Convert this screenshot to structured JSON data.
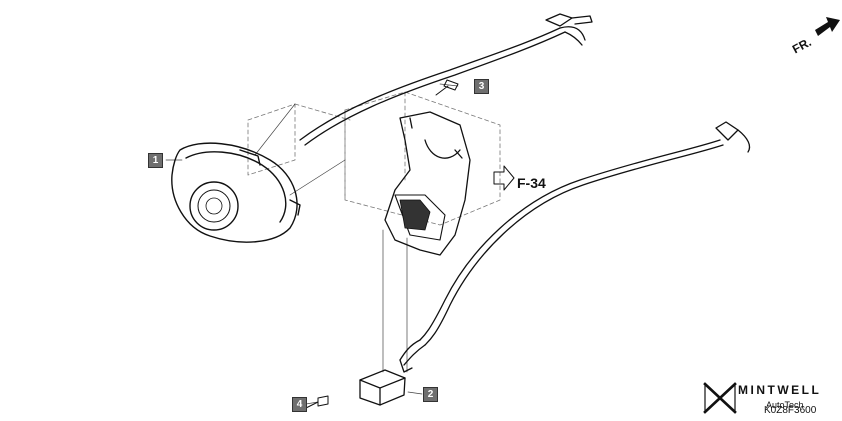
{
  "callouts": {
    "c1": "1",
    "c2": "2",
    "c3": "3",
    "c4": "4"
  },
  "reference": "F-34",
  "direction_label": "FR.",
  "brand": {
    "name": "MINTWELL",
    "sub": "AutoTech"
  },
  "diagram_code": "K0Z8F3600"
}
